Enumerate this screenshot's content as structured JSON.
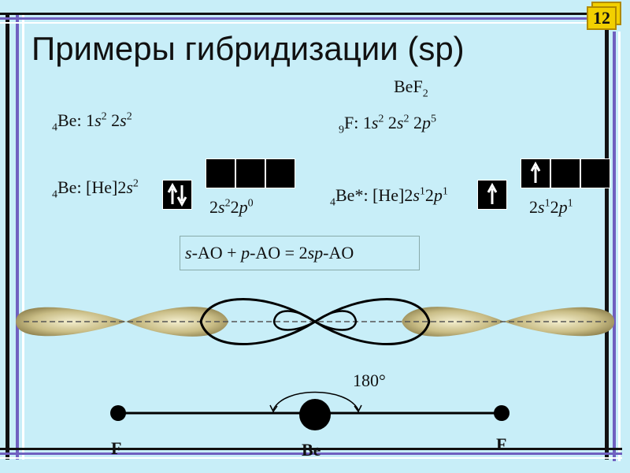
{
  "slide": {
    "number": "12",
    "title": "Примеры гибридизации (sp)",
    "molecule": {
      "text": "BeF",
      "sub": "2"
    },
    "be_config": {
      "pre_sub": "4",
      "element": "Be: 1",
      "s1": "s",
      "s1_sup": "2",
      "mid": " 2",
      "s2": "s",
      "s2_sup": "2"
    },
    "f_config": {
      "pre_sub": "9",
      "text": "F: 1",
      "s1": "s",
      "s1_sup": "2",
      "t2": " 2",
      "s2": "s",
      "s2_sup": "2",
      "t3": " 2",
      "p": "p",
      "p_sup": "5"
    },
    "be_ground": {
      "pre_sub": "4",
      "text": "Be: [He]2",
      "s": "s",
      "s_sup": "2"
    },
    "be_ground_label": {
      "t1": "2",
      "s": "s",
      "s_sup": "2",
      "t2": "2",
      "p": "p",
      "p_sup": "0"
    },
    "be_excited": {
      "pre_sub": "4",
      "text": "Be*: [He]2",
      "s": "s",
      "s_sup": "1",
      "t2": "2",
      "p": "p",
      "p_sup": "1"
    },
    "be_excited_label": {
      "t1": "2",
      "s": "s",
      "s_sup": "1",
      "t2": "2",
      "p": "p",
      "p_sup": "1"
    },
    "equation": {
      "s": "s",
      "t1": "-AO + ",
      "p": "p",
      "t2": "-AO = 2",
      "sp": "sp",
      "t3": "-AO"
    },
    "angle": "180°",
    "atoms": {
      "left": "F",
      "center": "Be",
      "right": "F"
    }
  }
}
